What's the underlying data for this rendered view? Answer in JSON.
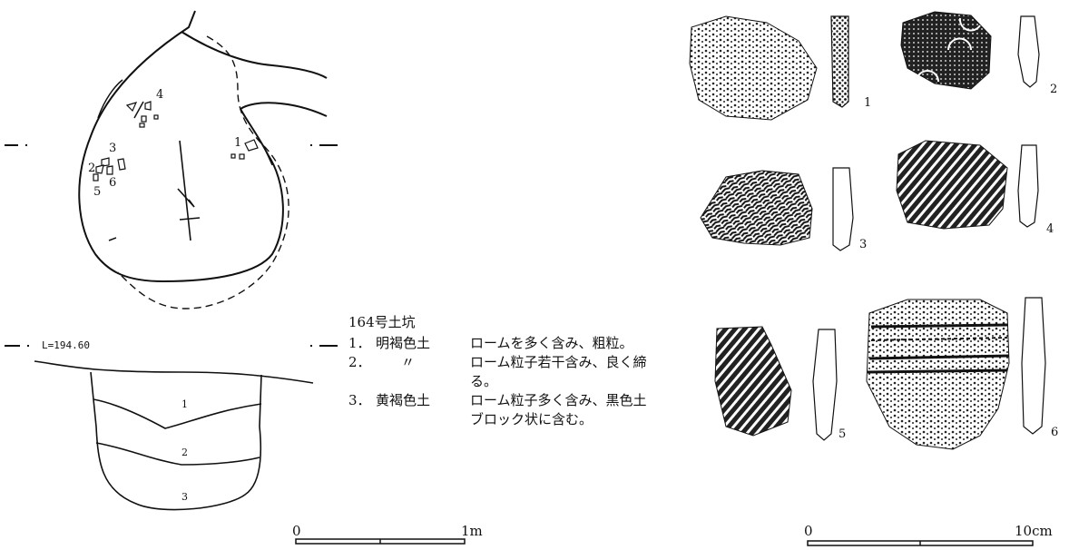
{
  "plan": {
    "stone_labels": [
      "1",
      "2",
      "3",
      "4",
      "5",
      "6"
    ]
  },
  "section": {
    "level_label": "L=194.60",
    "layers": [
      "1",
      "2",
      "3"
    ]
  },
  "legend": {
    "title": "164号土坑",
    "rows": [
      {
        "no": "1．",
        "soil": "明褐色土",
        "desc": "ロームを多く含み、粗粒。"
      },
      {
        "no": "2．",
        "soil": "〃",
        "desc": "ローム粒子若干含み、良く締"
      },
      {
        "no": "",
        "soil": "",
        "desc": "る。"
      },
      {
        "no": "3．",
        "soil": "黄褐色土",
        "desc": "ローム粒子多く含み、黒色土"
      },
      {
        "no": "",
        "soil": "",
        "desc": "ブロック状に含む。"
      }
    ]
  },
  "scale_features": {
    "zero": "0",
    "end": "1m"
  },
  "scale_sherds": {
    "zero": "0",
    "end": "10cm"
  },
  "sherds": [
    "1",
    "2",
    "3",
    "4",
    "5",
    "6"
  ]
}
